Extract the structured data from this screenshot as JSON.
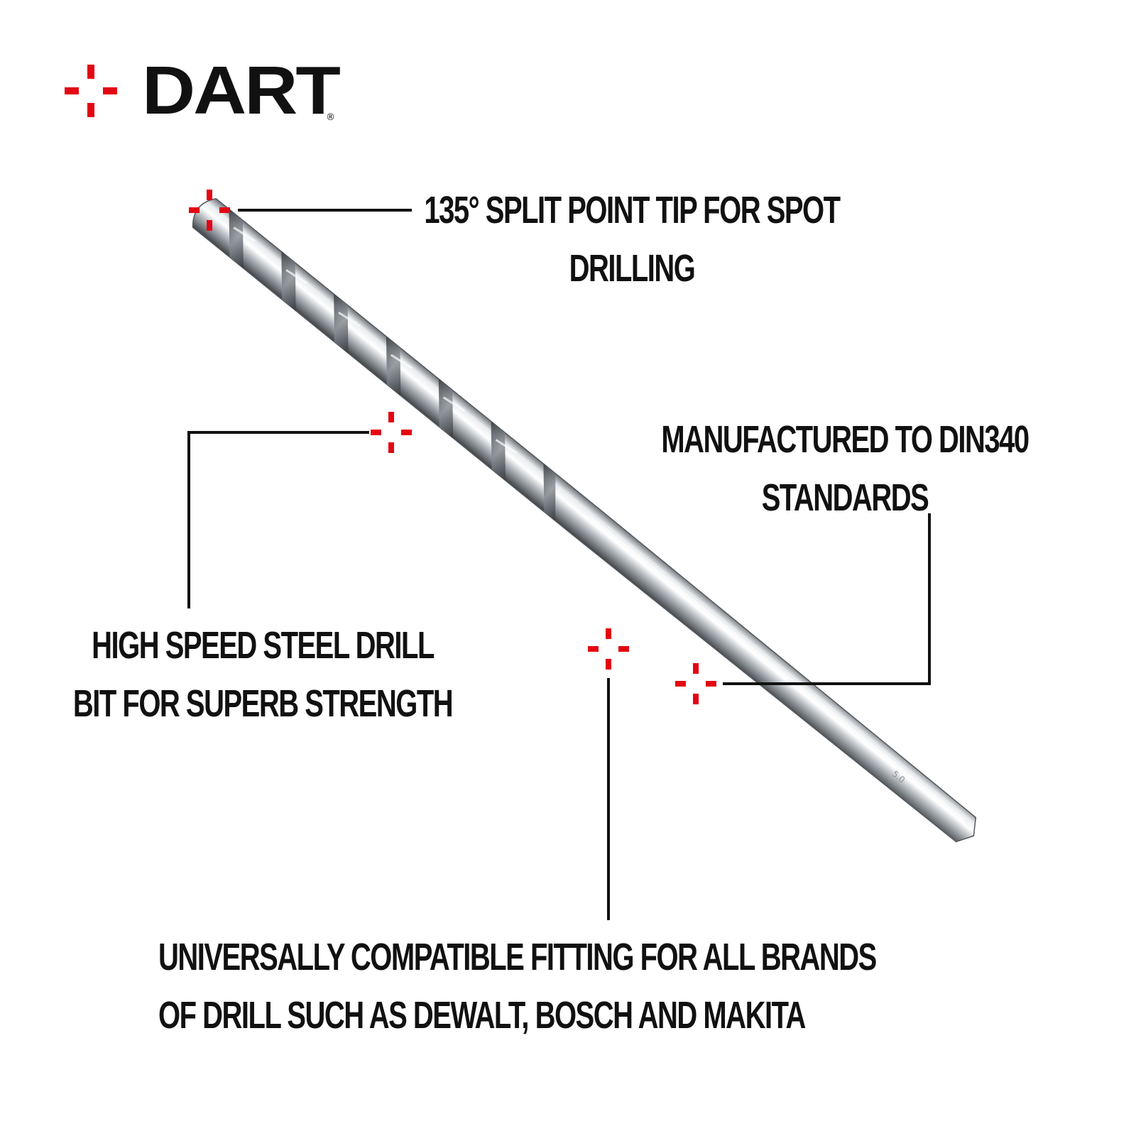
{
  "brand": {
    "name": "DART",
    "registered_mark": "®",
    "colors": {
      "accent": "#e30613",
      "text": "#111111",
      "background": "#ffffff"
    },
    "logo_icon": "crosshair-icon"
  },
  "product_image": {
    "icon": "drill-bit-icon"
  },
  "features": [
    {
      "line1": "135° SPLIT POINT TIP FOR SPOT",
      "line2": "DRILLING",
      "marker_icon": "crosshair-icon"
    },
    {
      "line1": "MANUFACTURED TO DIN340",
      "line2": "STANDARDS",
      "marker_icon": "crosshair-icon"
    },
    {
      "line1": "HIGH SPEED STEEL DRILL",
      "line2": "BIT FOR SUPERB STRENGTH",
      "marker_icon": "crosshair-icon"
    },
    {
      "line1": "UNIVERSALLY COMPATIBLE FITTING FOR ALL BRANDS",
      "line2": "OF DRILL SUCH AS DEWALT, BOSCH AND MAKITA",
      "marker_icon": "crosshair-icon"
    }
  ]
}
